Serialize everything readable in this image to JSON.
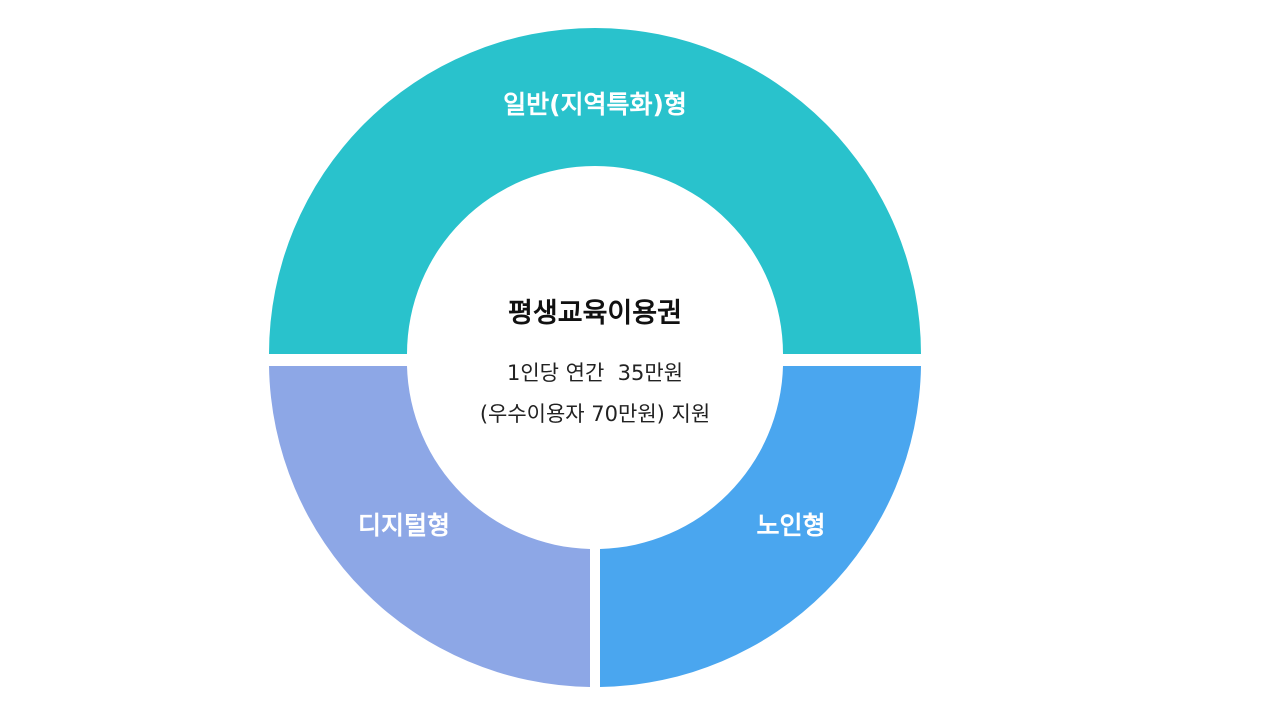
{
  "segments": [
    {
      "key": "general",
      "label": "일반(지역특화)형",
      "color": "#29c2cc"
    },
    {
      "key": "digital",
      "label": "디지털형",
      "color": "#8da7e6"
    },
    {
      "key": "senior",
      "label": "노인형",
      "color": "#4aa6ef"
    }
  ],
  "center": {
    "title": "평생교육이용권",
    "line1": "1인당 연간  35만원",
    "line2": "(우수이용자 70만원) 지원"
  }
}
